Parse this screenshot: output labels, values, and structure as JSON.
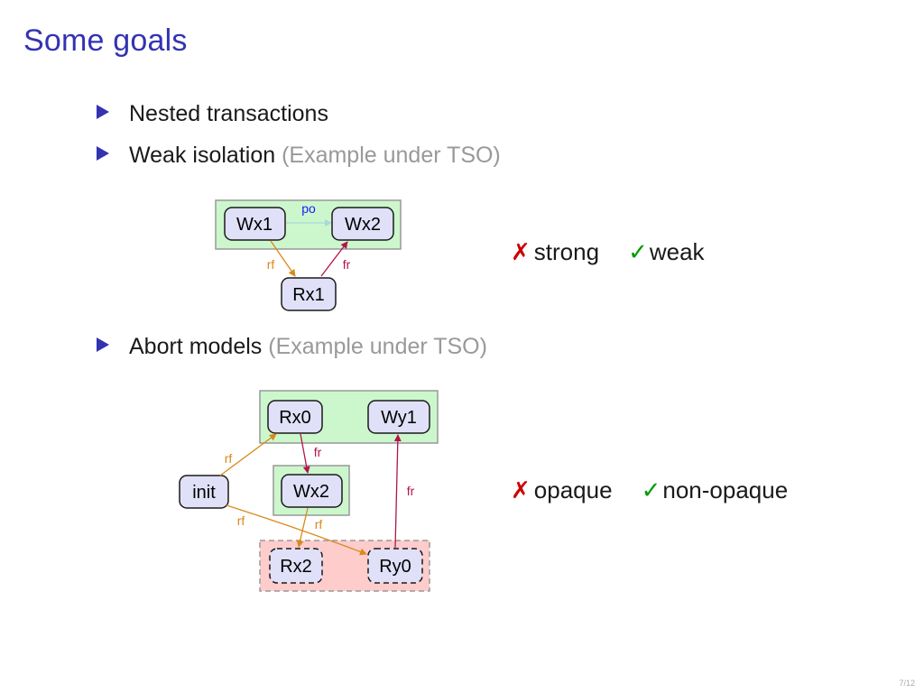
{
  "slide": {
    "title": "Some goals",
    "page_number": "7/12"
  },
  "bullets": [
    {
      "main": "Nested transactions",
      "muted": ""
    },
    {
      "main": "Weak isolation",
      "muted": " (Example under TSO)"
    },
    {
      "main": "Abort models",
      "muted": " (Example under TSO)"
    }
  ],
  "diagram1": {
    "nodes": {
      "wx1": "Wx1",
      "wx2": "Wx2",
      "rx1": "Rx1"
    },
    "edges": {
      "po": "po",
      "rf": "rf",
      "fr": "fr"
    },
    "verdict": {
      "cross_mark": "✗",
      "cross_label": "strong",
      "check_mark": "✓",
      "check_label": "weak"
    }
  },
  "diagram2": {
    "nodes": {
      "init": "init",
      "rx0": "Rx0",
      "wy1": "Wy1",
      "wx2": "Wx2",
      "rx2": "Rx2",
      "ry0": "Ry0"
    },
    "edges": {
      "rf_init_rx0": "rf",
      "fr_rx0_wx2": "fr",
      "fr_ry0_wy1": "fr",
      "rf_init_ry0": "rf",
      "rf_wx2_rx2": "rf"
    },
    "verdict": {
      "cross_mark": "✗",
      "cross_label": "opaque",
      "check_mark": "✓",
      "check_label": "non-opaque"
    }
  },
  "colors": {
    "title": "#3333b2",
    "txn_box": "#ccf7cc",
    "aborted_box": "#ffcccc",
    "node_fill": "#e0e0f8",
    "rf_edge": "#d9891a",
    "fr_edge": "#b3144d",
    "po_edge": "#a8d8d8",
    "po_label": "#1a1aff"
  }
}
